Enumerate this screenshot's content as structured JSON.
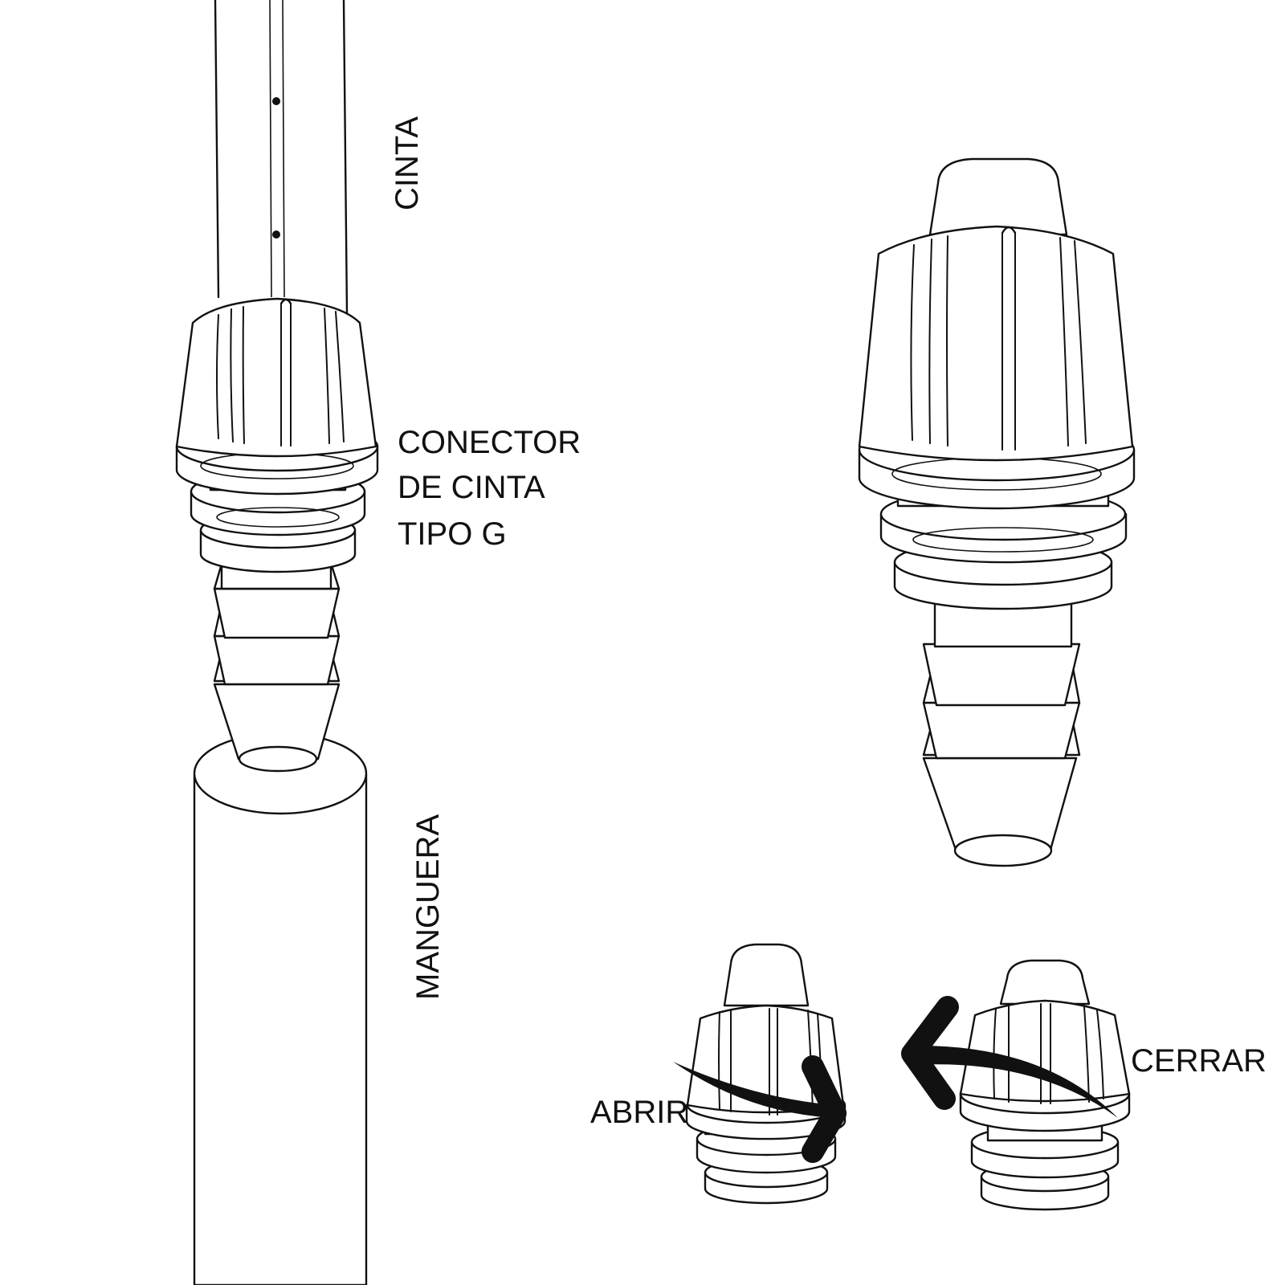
{
  "labels": {
    "cinta": "CINTA",
    "manguera": "MANGUERA",
    "conector_line1": "CONECTOR",
    "conector_line2": "DE CINTA",
    "conector_line3": "TIPO G",
    "abrir": "ABRIR",
    "cerrar": "CERRAR"
  },
  "colors": {
    "ink": "#111111",
    "background": "#ffffff"
  }
}
